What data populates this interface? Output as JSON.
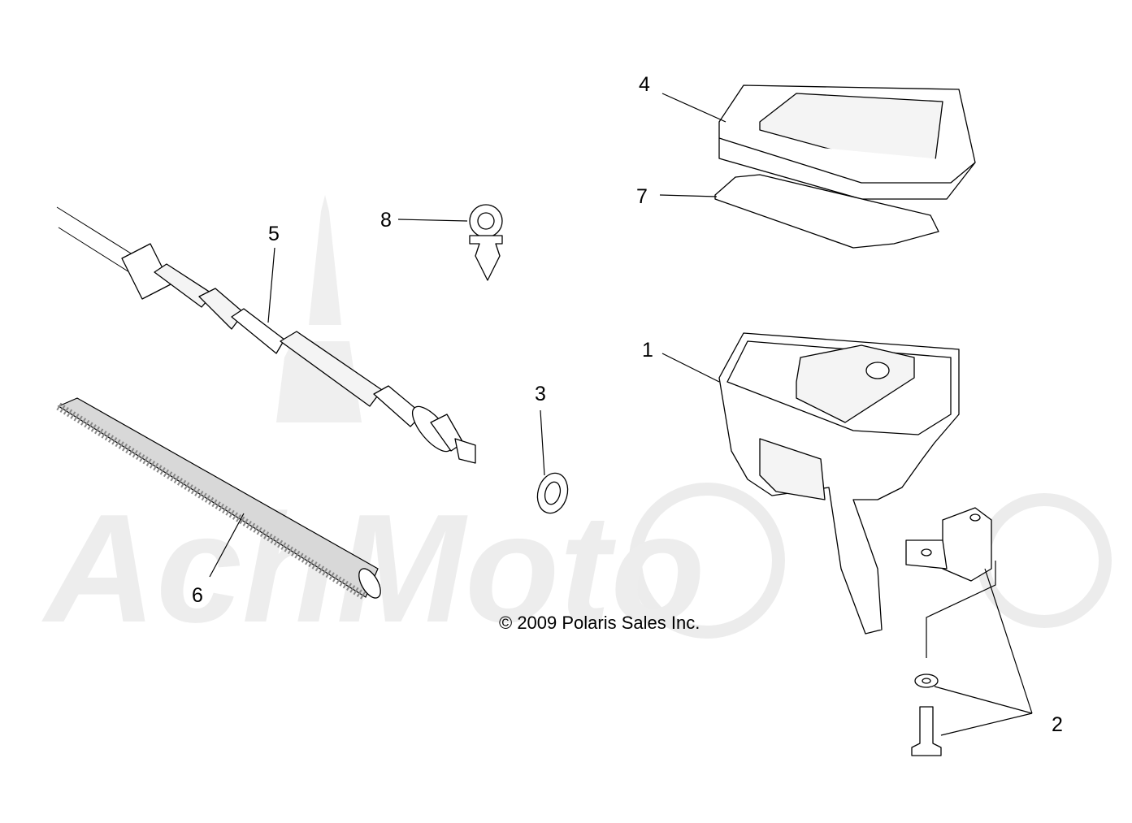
{
  "copyright": "© 2009 Polaris Sales Inc.",
  "watermark": "AchMoto",
  "callouts": [
    {
      "id": "1",
      "label": "1"
    },
    {
      "id": "2",
      "label": "2"
    },
    {
      "id": "3",
      "label": "3"
    },
    {
      "id": "4",
      "label": "4"
    },
    {
      "id": "5",
      "label": "5"
    },
    {
      "id": "6",
      "label": "6"
    },
    {
      "id": "7",
      "label": "7"
    },
    {
      "id": "8",
      "label": "8"
    }
  ]
}
